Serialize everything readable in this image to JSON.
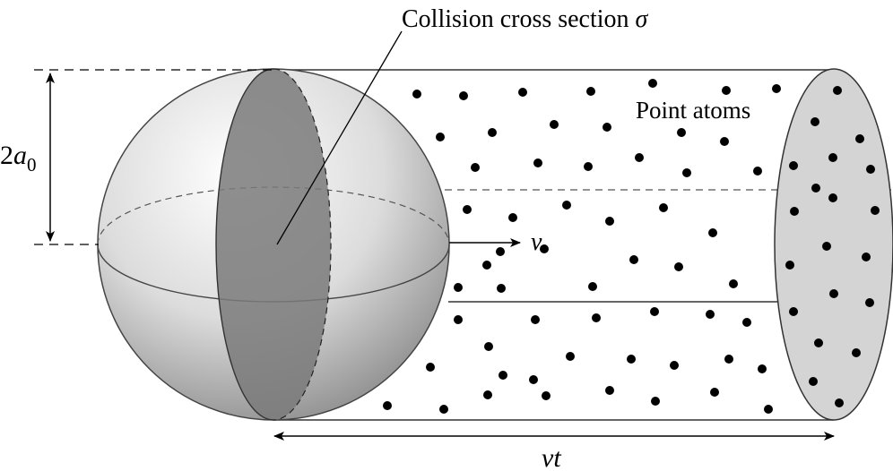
{
  "labels": {
    "cross_section": "Collision cross section ",
    "sigma": "σ",
    "point_atoms": "Point atoms",
    "diameter_coef": "2",
    "diameter_sym": "a",
    "diameter_sub": "0",
    "velocity": "v",
    "path_length": "vt"
  },
  "colors": {
    "line": "#333333",
    "cross_section_fill": "#7a7a7a",
    "end_cap_fill": "#d4d4d4",
    "atom": "#000000"
  }
}
